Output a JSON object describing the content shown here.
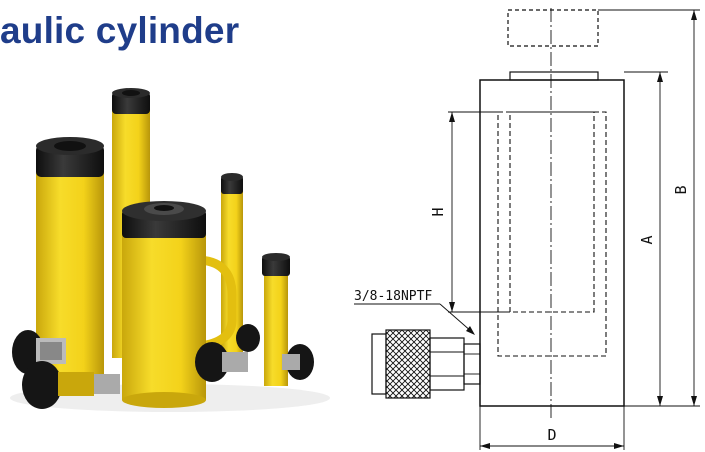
{
  "title": "aulic cylinder",
  "colors": {
    "title": "#1f3d8a",
    "cylinder_yellow": "#f3d21a",
    "cylinder_shadow": "#c9a70c",
    "cap_black": "#1c1c1c",
    "line": "#111111"
  },
  "icons": [
    "hydraulic-cylinder-photo",
    "cylinder-technical-drawing",
    "quick-coupler-icon"
  ],
  "drawing": {
    "port_label": "3/8-18NPTF",
    "dim_h": "H",
    "dim_a": "A",
    "dim_b": "B",
    "dim_d": "D"
  }
}
